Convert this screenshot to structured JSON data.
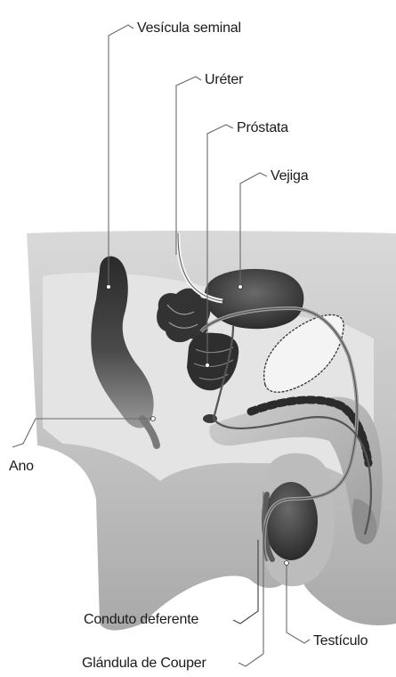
{
  "labels": {
    "vesicula_seminal": "Vesícula seminal",
    "ureter": "Uréter",
    "prostata": "Próstata",
    "vejiga": "Vejiga",
    "ano": "Ano",
    "conduto_deferente": "Conduto deferente",
    "glandula_de_couper": "Glándula de Couper",
    "testiculo": "Testículo"
  }
}
